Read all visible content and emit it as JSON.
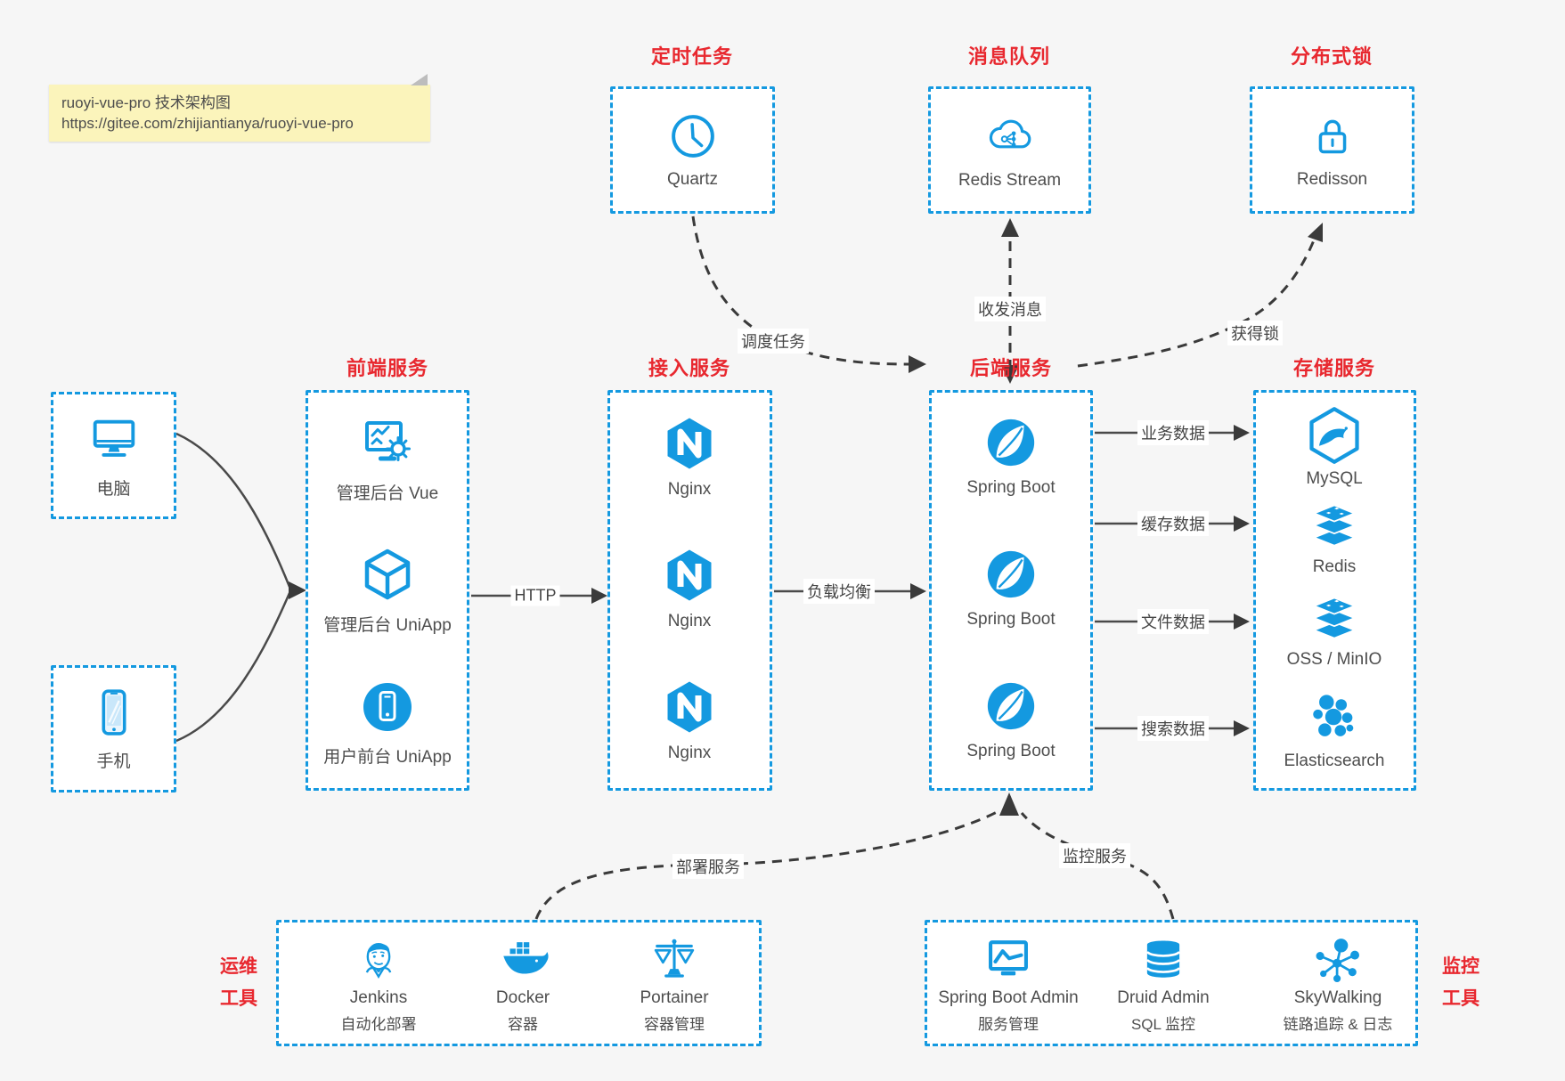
{
  "note": {
    "title": "ruoyi-vue-pro 技术架构图",
    "url": "https://gitee.com/zhijiantianya/ruoyi-vue-pro"
  },
  "colors": {
    "accent_blue": "#1499e0",
    "title_red": "#e8282f",
    "note_bg": "#fbf4bb",
    "arrow_dark": "#3f3f3f",
    "background": "#f6f6f6"
  },
  "clients": [
    {
      "icon": "desktop-icon",
      "label": "电脑"
    },
    {
      "icon": "phone-icon",
      "label": "手机"
    }
  ],
  "top_groups": [
    {
      "title": "定时任务",
      "items": [
        {
          "icon": "clock-icon",
          "label": "Quartz"
        }
      ]
    },
    {
      "title": "消息队列",
      "items": [
        {
          "icon": "cloud-stream-icon",
          "label": "Redis Stream"
        }
      ]
    },
    {
      "title": "分布式锁",
      "items": [
        {
          "icon": "lock-icon",
          "label": "Redisson"
        }
      ]
    }
  ],
  "mid_groups": [
    {
      "title": "前端服务",
      "items": [
        {
          "icon": "admin-vue-icon",
          "label": "管理后台 Vue"
        },
        {
          "icon": "uniapp-cube-icon",
          "label": "管理后台 UniApp"
        },
        {
          "icon": "user-app-icon",
          "label": "用户前台 UniApp"
        }
      ]
    },
    {
      "title": "接入服务",
      "items": [
        {
          "icon": "nginx-icon",
          "label": "Nginx"
        },
        {
          "icon": "nginx-icon",
          "label": "Nginx"
        },
        {
          "icon": "nginx-icon",
          "label": "Nginx"
        }
      ]
    },
    {
      "title": "后端服务",
      "items": [
        {
          "icon": "spring-boot-icon",
          "label": "Spring Boot"
        },
        {
          "icon": "spring-boot-icon",
          "label": "Spring Boot"
        },
        {
          "icon": "spring-boot-icon",
          "label": "Spring Boot"
        }
      ]
    },
    {
      "title": "存储服务",
      "items": [
        {
          "icon": "mysql-icon",
          "label": "MySQL"
        },
        {
          "icon": "redis-stack-icon",
          "label": "Redis"
        },
        {
          "icon": "oss-stack-icon",
          "label": "OSS / MinIO"
        },
        {
          "icon": "elasticsearch-icon",
          "label": "Elasticsearch"
        }
      ]
    }
  ],
  "bottom_groups": [
    {
      "title_lines": [
        "运维",
        "工具"
      ],
      "items": [
        {
          "icon": "jenkins-icon",
          "label": "Jenkins",
          "sublabel": "自动化部署"
        },
        {
          "icon": "docker-icon",
          "label": "Docker",
          "sublabel": "容器"
        },
        {
          "icon": "portainer-icon",
          "label": "Portainer",
          "sublabel": "容器管理"
        }
      ]
    },
    {
      "title_lines": [
        "监控",
        "工具"
      ],
      "items": [
        {
          "icon": "spring-boot-admin-icon",
          "label": "Spring Boot Admin",
          "sublabel": "服务管理"
        },
        {
          "icon": "druid-icon",
          "label": "Druid Admin",
          "sublabel": "SQL 监控"
        },
        {
          "icon": "skywalking-icon",
          "label": "SkyWalking",
          "sublabel": "链路追踪 & 日志"
        }
      ]
    }
  ],
  "edges": {
    "http": "HTTP",
    "load_balance": "负载均衡",
    "schedule": "调度任务",
    "messages": "收发消息",
    "lock": "获得锁",
    "business_data": "业务数据",
    "cache_data": "缓存数据",
    "file_data": "文件数据",
    "search_data": "搜索数据",
    "deploy": "部署服务",
    "monitor": "监控服务"
  }
}
